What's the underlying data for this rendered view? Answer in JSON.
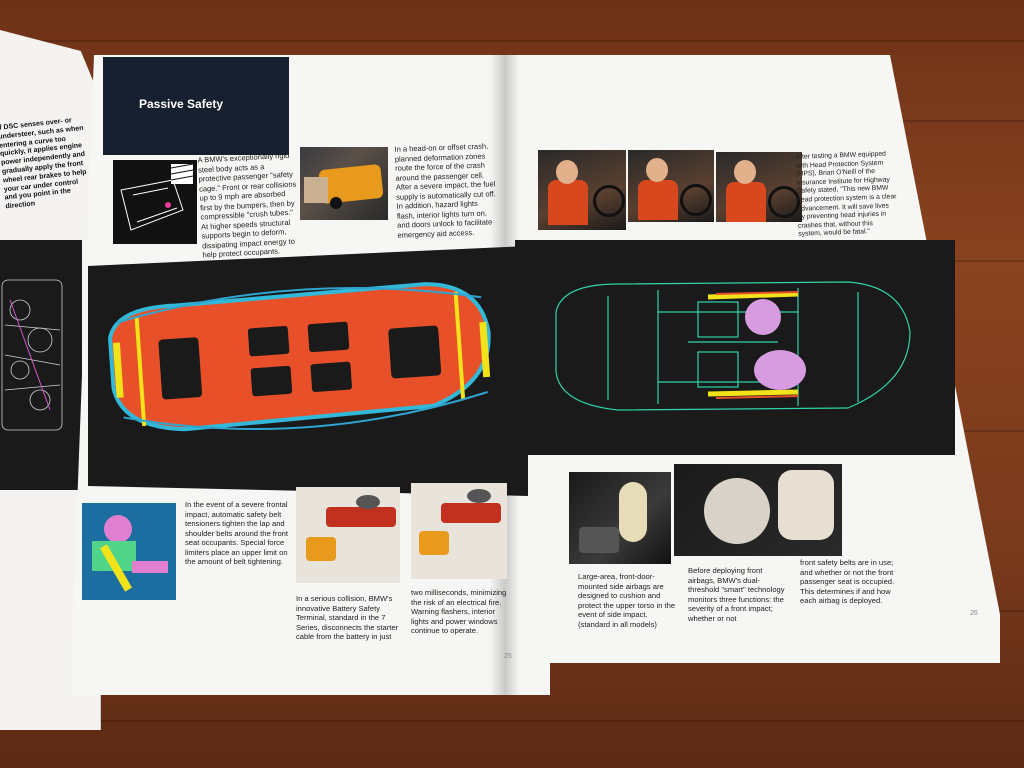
{
  "section_title": "Passive Safety",
  "left_edge_text": "If DSC senses over- or understeer, such as when entering a curve too quickly, it applies engine power independently and gradually apply the front wheel rear brakes to help your car under control and you point in the direction",
  "paragraph_cage": "A BMW's exceptionally rigid steel body acts as a protective passenger \"safety cage.\" Front or rear collisions up to 9 mph are absorbed first by the bumpers, then by compressible \"crush tubes.\" At higher speeds structural supports begin to deform, dissipating impact energy to help protect occupants.",
  "paragraph_headon": "In a head-on or offset crash, planned deformation zones route the force of the crash around the passenger cell. After a severe impact, the fuel supply is automatically cut off. In addition, hazard lights flash, interior lights turn on, and doors unlock to facilitate emergency aid access.",
  "paragraph_belts": "In the event of a severe frontal impact, automatic safety belt tensioners tighten the lap and shoulder belts around the front seat occupants. Special force limiters place an upper limit on the amount of belt tightening.",
  "paragraph_battery_1": "In a serious collision, BMW's innovative Battery Safety Terminal, standard in the 7 Series, disconnects the starter cable from the battery in just",
  "paragraph_battery_2": "two milliseconds, minimizing the risk of an electrical fire. Warning flashers, interior lights and power windows continue to operate.",
  "paragraph_hps": "After testing a BMW equipped with Head Protection System (HPS), Brian O'Neill of the Insurance Institute for Highway Safety stated, \"This new BMW head protection system is a clear advancement. It will save lives by preventing head injuries in crashes that, without this system, would be fatal.\"",
  "paragraph_side_airbags": "Large-area, front-door-mounted side airbags are designed to cushion and protect the upper torso in the event of side impact. (standard in all models)",
  "paragraph_front_airbags": "Before deploying front airbags, BMW's dual-threshold \"smart\" technology monitors three functions: the severity of a front impact; whether or not",
  "paragraph_front_airbags_2": "front safety belts are in use; and whether or not the front passenger seat is occupied. This determines if and how each airbag is deployed.",
  "page_left_number": "25",
  "page_right_number": "26",
  "colors": {
    "wood": "#7a3a1c",
    "title_box": "#16202f",
    "band": "#1a1a1b",
    "body_red": "#e8502a",
    "yellow": "#f2e21a",
    "cyan": "#32b8d8",
    "teal_wire": "#2fd4a8",
    "airbag_pink": "#d79be0"
  }
}
